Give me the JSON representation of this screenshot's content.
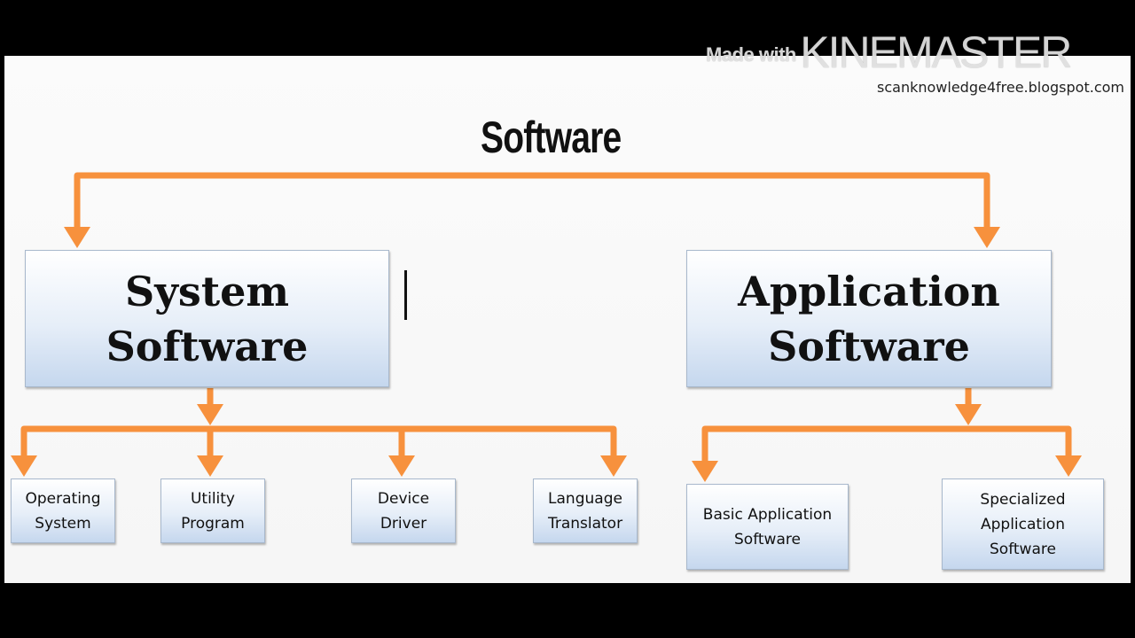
{
  "watermark": {
    "made_with": "Made with",
    "brand": "KINEMASTER"
  },
  "site_url": "scanknowledge4free.blogspot.com",
  "diagram": {
    "root": "Software",
    "connector_color": "#f7913d",
    "categories": [
      {
        "line1": "System",
        "line2": "Software",
        "children": [
          {
            "line1": "Operating",
            "line2": "System"
          },
          {
            "line1": "Utility",
            "line2": "Program"
          },
          {
            "line1": "Device",
            "line2": "Driver"
          },
          {
            "line1": "Language",
            "line2": "Translator"
          }
        ]
      },
      {
        "line1": "Application",
        "line2": "Software",
        "children": [
          {
            "line1": "Basic Application",
            "line2": "Software"
          },
          {
            "line1": "Specialized",
            "line2": "Application",
            "line3": "Software"
          }
        ]
      }
    ]
  }
}
